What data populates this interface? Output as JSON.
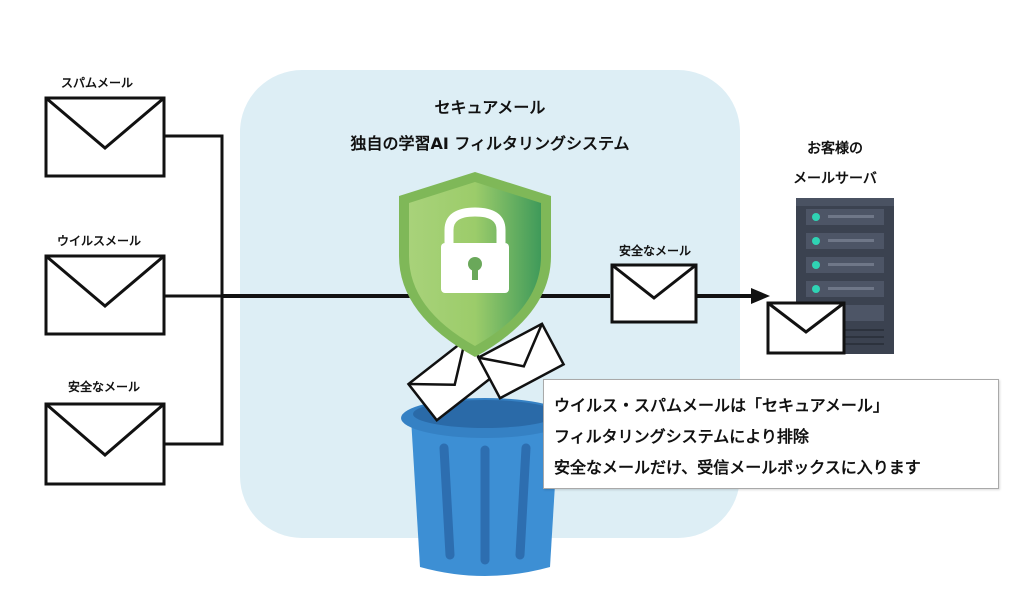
{
  "diagram": {
    "title_line1": "セキュアメール",
    "title_line2": "独自の学習AI フィルタリングシステム",
    "inputs": [
      {
        "label": "スパムメール"
      },
      {
        "label": "ウイルスメール"
      },
      {
        "label": "安全なメール"
      }
    ],
    "output_label": "安全なメール",
    "server_label_line1": "お客様の",
    "server_label_line2": "メールサーバ",
    "callout": [
      "ウイルス・スパムメールは「セキュアメール」",
      "フィルタリングシステムにより排除",
      "安全なメールだけ、受信メールボックスに入ります"
    ],
    "colors": {
      "panel": "#ddeef5",
      "shield_light": "#9ccc6a",
      "shield_dark": "#3f9a5a",
      "trash": "#3d8fd4",
      "server": "#3b4250",
      "server_led": "#2fd3b4"
    },
    "icons": [
      "envelope-icon",
      "shield-lock-icon",
      "trash-can-icon",
      "server-icon",
      "arrow-right-icon"
    ]
  }
}
